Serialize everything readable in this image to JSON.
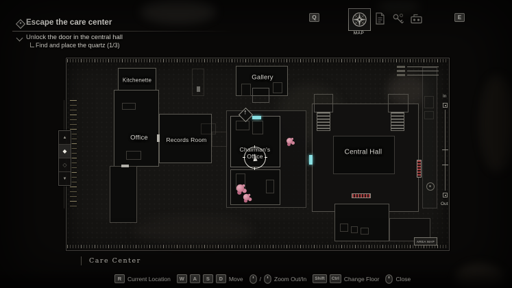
{
  "objective_panel": {
    "main_objective": "Escape the care center",
    "sub_objective": "Unlock the door in the central hall",
    "sub_task": "Find and place the quartz (1/3)"
  },
  "top_bar": {
    "prev_tab_key": "Q",
    "next_tab_key": "E",
    "map_tab_label": "MAP"
  },
  "map": {
    "area_label": "Care Center",
    "area_map_badge": "AREA MAP",
    "zoom_scale": {
      "in_label": "In",
      "out_label": "Out"
    },
    "rooms": {
      "kitchenette": "Kitchenette",
      "office": "Office",
      "records_room": "Records Room",
      "gallery": "Gallery",
      "chairmans_office": "Chairman's Office",
      "central_hall": "Central Hall"
    },
    "markers": {
      "exit_arrow": "↑",
      "door_color": "#8adfe2",
      "locked_door_color": "#a03e3e",
      "flower_color": "#d28a9d"
    }
  },
  "floor_selector": {
    "up_icon": "▲",
    "current_floor_icon": "◆",
    "other_floor_icon": "◇",
    "down_icon": "▼"
  },
  "bottom_bar": {
    "current_location": {
      "key": "R",
      "label": "Current Location"
    },
    "move": {
      "keys": [
        "W",
        "A",
        "S",
        "D"
      ],
      "label": "Move"
    },
    "zoom": {
      "separator": "/",
      "label": "Zoom Out/In"
    },
    "change_floor": {
      "keys": [
        "Shift",
        "Ctrl"
      ],
      "label": "Change Floor"
    },
    "close": {
      "label": "Close"
    }
  }
}
